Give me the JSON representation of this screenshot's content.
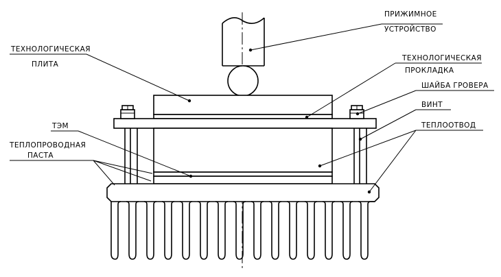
{
  "labels": {
    "clamp_line1": "ПРИЖИМНОЕ",
    "clamp_line2": "УСТРОЙСТВО",
    "tech_plate_line1": "ТЕХНОЛОГИЧЕСКАЯ",
    "tech_plate_line2": "ПЛИТА",
    "tech_pad_line1": "ТЕХНОЛОГИЧЕСКАЯ",
    "tech_pad_line2": "ПРОКЛАДКА",
    "grover_washer": "ШАЙБА ГРОВЕРА",
    "screw": "ВИНТ",
    "heatsink": "ТЕПЛООТВОД",
    "tem": "ТЭМ",
    "paste_line1": "ТЕПЛОПРОВОДНАЯ",
    "paste_line2": "ПАСТА"
  }
}
